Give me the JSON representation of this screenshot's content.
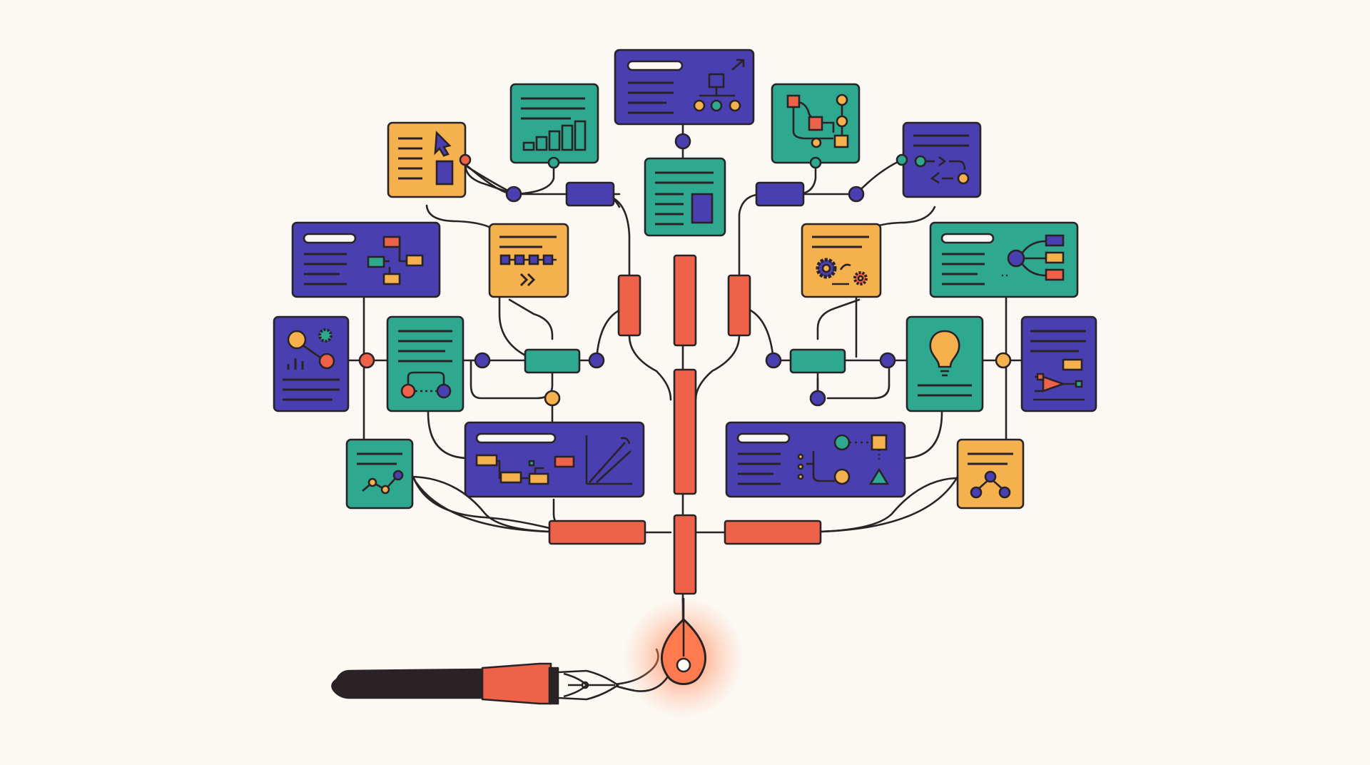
{
  "colors": {
    "background": "#fcf9f4",
    "outline": "#2a2326",
    "purple": "#4a3fb0",
    "teal": "#2fa890",
    "amber": "#f6b14f",
    "coral": "#ee6249",
    "glow": "#ff7a50",
    "pen_body": "#2a2326"
  },
  "diagram": {
    "kind": "decorative tree of workflow cards growing from a fountain pen nib",
    "trunk_color": "coral",
    "cards": [
      {
        "id": "top-center",
        "fill": "purple",
        "icon": "flowchart-tree-icon"
      },
      {
        "id": "upper-left-teal",
        "fill": "teal",
        "icon": "bar-chart-icon"
      },
      {
        "id": "upper-right-teal",
        "fill": "teal",
        "icon": "process-flow-icon"
      },
      {
        "id": "left-amber-cursor",
        "fill": "amber",
        "icon": "cursor-icon"
      },
      {
        "id": "right-purple-code",
        "fill": "purple",
        "icon": "code-branch-icon"
      },
      {
        "id": "center-teal-doc",
        "fill": "teal",
        "icon": "document-icon"
      },
      {
        "id": "left-purple-wide",
        "fill": "purple",
        "icon": "flowchart-icon"
      },
      {
        "id": "left-amber-steps",
        "fill": "amber",
        "icon": "step-sequence-icon"
      },
      {
        "id": "right-amber-gears",
        "fill": "amber",
        "icon": "gears-icon"
      },
      {
        "id": "right-teal-wide",
        "fill": "teal",
        "icon": "branch-network-icon"
      },
      {
        "id": "far-left-purple",
        "fill": "purple",
        "icon": "nodes-gear-icon"
      },
      {
        "id": "left-teal-doc",
        "fill": "teal",
        "icon": "connected-nodes-icon"
      },
      {
        "id": "right-teal-bulb",
        "fill": "teal",
        "icon": "lightbulb-icon"
      },
      {
        "id": "far-right-purple",
        "fill": "purple",
        "icon": "funnel-icon"
      },
      {
        "id": "lower-left-purple-wide",
        "fill": "purple",
        "icon": "gantt-chart-icon"
      },
      {
        "id": "lower-right-purple-wide",
        "fill": "purple",
        "icon": "shapes-flow-icon"
      },
      {
        "id": "bottom-left-teal",
        "fill": "teal",
        "icon": "line-chart-icon"
      },
      {
        "id": "bottom-right-amber",
        "fill": "amber",
        "icon": "node-graph-icon"
      }
    ],
    "pen": {
      "icon": "fountain-pen-icon",
      "tip": "glowing-nib-icon"
    }
  }
}
